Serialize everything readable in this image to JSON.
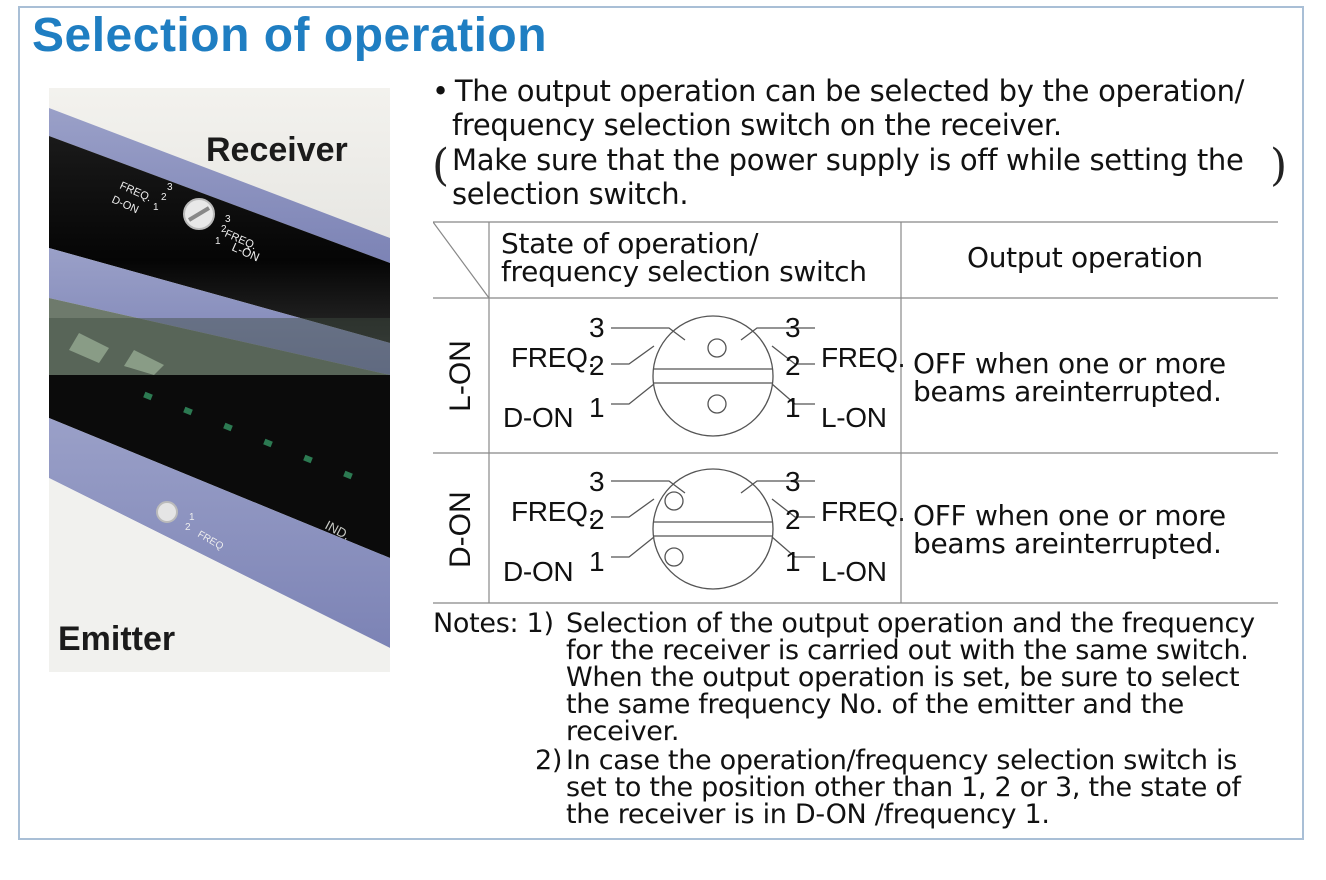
{
  "title": "Selection of operation",
  "photo": {
    "receiver_label": "Receiver",
    "emitter_label": "Emitter",
    "receiver_markings": {
      "freq": "FREQ.",
      "d_on": "D-ON",
      "l_on": "L-ON",
      "n1": "1",
      "n2": "2",
      "n3": "3"
    },
    "emitter_markings": {
      "freq": "FREQ",
      "ind": "IND.",
      "n1": "1",
      "n2": "2"
    }
  },
  "intro": {
    "bullet": "•",
    "line1": "The output operation can be selected by the operation/",
    "line2": "frequency selection switch on the receiver.",
    "paren_open": "(",
    "paren_close": ")",
    "note_line1": "Make sure that the power supply is off while setting the",
    "note_line2": "selection switch."
  },
  "table": {
    "header_state_line1": "State of operation/",
    "header_state_line2": "frequency selection switch",
    "header_output": "Output operation",
    "rows": [
      {
        "label": "L-ON",
        "output_line1": "OFF when one or more",
        "output_line2": "beams areinterrupted."
      },
      {
        "label": "D-ON",
        "output_line1": "OFF when one or more",
        "output_line2": "beams areinterrupted."
      }
    ],
    "switch": {
      "freq": "FREQ.",
      "d_on": "D-ON",
      "l_on": "L-ON",
      "n1": "1",
      "n2": "2",
      "n3": "3"
    }
  },
  "notes": {
    "prefix": "Notes: 1)",
    "n1_line1": "Selection of the output operation and the frequency",
    "n1_line2": "for the receiver is carried out with the same switch.",
    "n1_line3": "When the output operation is set, be sure to select",
    "n1_line4": "the same frequency No. of the emitter and the",
    "n1_line5": "receiver.",
    "n2_prefix": "2)",
    "n2_line1": "In case the operation/frequency selection switch is",
    "n2_line2": "set to the position other than 1, 2 or 3, the state of",
    "n2_line3": "the receiver is in D-ON /frequency 1."
  },
  "colors": {
    "title": "#1f7ec2",
    "frame_border": "#a9bfd6",
    "table_line": "#888888"
  }
}
